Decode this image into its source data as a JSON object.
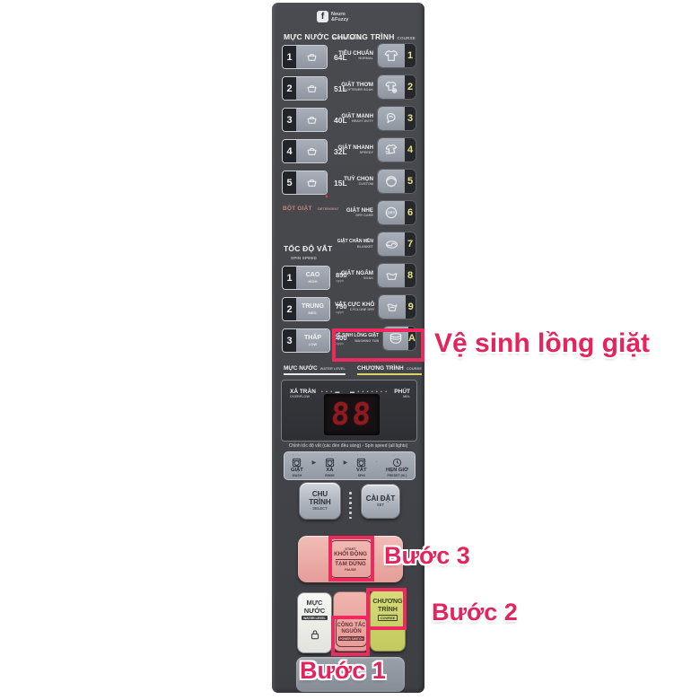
{
  "accent_color": "#ed2a5e",
  "logo": {
    "glyph": "f",
    "line1": "Neuro",
    "line2": "&Fuzzy"
  },
  "water_level": {
    "title": "MỰC NƯỚC",
    "subtitle": "WATER LEVEL",
    "items": [
      {
        "num": "1",
        "value": "64L"
      },
      {
        "num": "2",
        "value": "51L"
      },
      {
        "num": "3",
        "value": "40L"
      },
      {
        "num": "4",
        "value": "32L"
      },
      {
        "num": "5",
        "value": "15L"
      }
    ],
    "detergent_label": "BỘT GIẶT",
    "detergent_sub": "DETERGENT",
    "detergent_marker": "▲"
  },
  "spin_speed": {
    "title": "TỐC ĐỘ VẮT",
    "subtitle": "SPIN SPEED",
    "items": [
      {
        "num": "1",
        "label": "CAO",
        "sub": "HIGH",
        "value": "850",
        "unit": "vg/ph"
      },
      {
        "num": "2",
        "label": "TRUNG",
        "sub": "MED.",
        "value": "750",
        "unit": "vg/ph"
      },
      {
        "num": "3",
        "label": "THẤP",
        "sub": "LOW",
        "value": "400",
        "unit": "vg/ph"
      }
    ]
  },
  "course": {
    "title": "CHƯƠNG TRÌNH",
    "subtitle": "COURSE",
    "items": [
      {
        "label": "TIÊU CHUẨN",
        "sub": "NORMAL",
        "num": "1",
        "icon": "shirt-icon"
      },
      {
        "label": "GIẶT THƠM",
        "sub": "SOFTENER SOAK",
        "num": "2",
        "icon": "shirt-flower-icon"
      },
      {
        "label": "GIẶT MẠNH",
        "sub": "HEAVY DUTY",
        "num": "3",
        "icon": "agitator-icon"
      },
      {
        "label": "GIẶT NHANH",
        "sub": "SPEEDY",
        "num": "4",
        "icon": "shirt-speed-icon"
      },
      {
        "label": "TUỲ CHỌN",
        "sub": "CUSTOM",
        "num": "5",
        "icon": "face-icon"
      },
      {
        "label": "GIẶT NHẸ",
        "sub": "DRY CARE",
        "num": "6",
        "icon": "dry-icon"
      },
      {
        "label": "GIẶT CHĂN MỀN",
        "sub": "BLANKET",
        "num": "7",
        "icon": "blanket-icon"
      },
      {
        "label": "GIẶT NGÂM",
        "sub": "SOAK",
        "num": "8",
        "icon": "soak-icon"
      },
      {
        "label": "VẮT CỰC KHÔ",
        "sub": "CYCLONE DRY",
        "num": "9",
        "icon": "cyclone-icon"
      },
      {
        "label": "VỆ SINH LỒNG GIẶT",
        "sub": "WASHING TUB",
        "num": "A",
        "icon": "tub-clean-icon"
      }
    ]
  },
  "display": {
    "header_left": "MỰC NƯỚC",
    "header_left_sub": "WATER LEVEL",
    "header_right": "CHƯƠNG TRÌNH",
    "header_right_sub": "COURSE",
    "overflow_label": "XẢ TRÀN",
    "overflow_sub": "OVERFLOW",
    "dots_left": "• • • ▬",
    "dots_right": "▬ • • • • • • •",
    "minute_label": "PHÚT",
    "minute_sub": "MIN.",
    "digits": "88",
    "note": "Chỉnh tốc độ vắt (các đèn đều sáng) - Spin speed (all lights)"
  },
  "progress": {
    "ticks": "· ·",
    "arrow": "▶",
    "steps": [
      {
        "label": "GIẶT",
        "sub": "WASH",
        "icon": "washer-icon"
      },
      {
        "label": "XẢ",
        "sub": "RINSE",
        "icon": "washer-icon"
      },
      {
        "label": "VẮT",
        "sub": "SPIN",
        "icon": "washer-icon"
      },
      {
        "label": "HẸN GIỜ",
        "sub": "PRESET (Hr.)",
        "icon": "clock-icon"
      }
    ]
  },
  "buttons": {
    "select": {
      "line1": "CHU",
      "line2": "TRÌNH",
      "sub": "SELECT"
    },
    "set": {
      "line1": "CÀI ĐẶT",
      "sub": "SET"
    },
    "start": {
      "top": "START",
      "line1": "KHỞI ĐỘNG",
      "line2": "TẠM DỪNG",
      "bottom": "PAUSE"
    },
    "water_level": {
      "line1": "MỰC",
      "line2": "NƯỚC",
      "sub": "WATER LEVEL"
    },
    "power": {
      "line1": "CÔNG TẮC",
      "line2": "NGUỒN",
      "sub": "POWER SWITCH"
    },
    "course": {
      "line1": "CHƯƠNG",
      "line2": "TRÌNH",
      "sub": "COURSE"
    }
  },
  "annotations": {
    "tub_clean": "Vệ sinh lồng giặt",
    "step3": "Bước 3",
    "step2": "Bước 2",
    "step1": "Bước 1"
  }
}
